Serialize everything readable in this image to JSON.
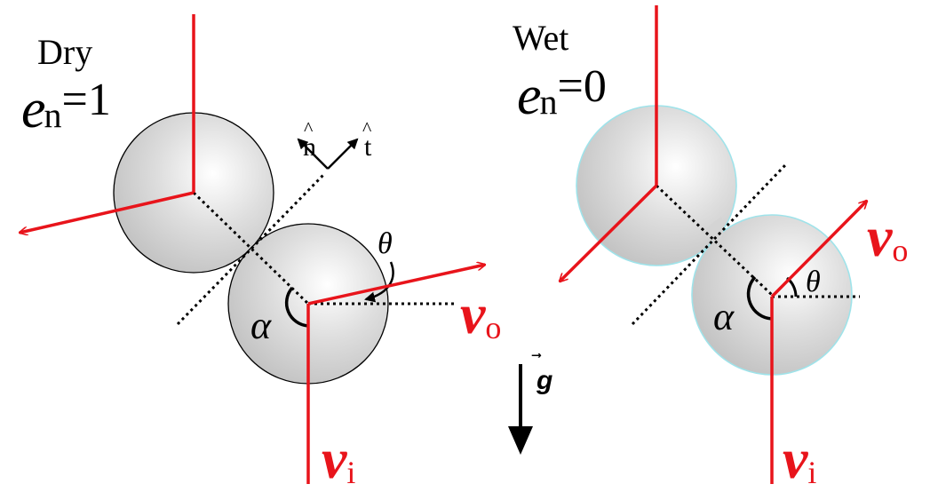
{
  "colors": {
    "accent_red": "#e8141b",
    "outline": "#000000",
    "sphere_light": "#ffffff",
    "sphere_mid": "#d6d6d6",
    "sphere_dark": "#b4b4b4",
    "wet_edge": "#9fe3ea",
    "background": "#ffffff"
  },
  "dry_panel": {
    "title": "Dry",
    "coef_symbol": "e",
    "coef_subscript": "n",
    "coef_equals": "=",
    "coef_value": "1",
    "normal_label": "n",
    "normal_hat": "^",
    "tangent_label": "t",
    "tangent_hat": "^",
    "theta_label": "θ",
    "alpha_label": "α",
    "vo_symbol": "v",
    "vo_subscript": "o",
    "vi_symbol": "v",
    "vi_subscript": "i"
  },
  "wet_panel": {
    "title": "Wet",
    "coef_symbol": "e",
    "coef_subscript": "n",
    "coef_equals": "=",
    "coef_value": "0",
    "theta_label": "θ",
    "alpha_label": "α",
    "vo_symbol": "v",
    "vo_subscript": "o",
    "vi_symbol": "v",
    "vi_subscript": "i"
  },
  "gravity": {
    "arrow_symbol": "⃗",
    "symbol": "g"
  },
  "icons": {
    "gravity": "down-arrow-icon",
    "normal": "normal-vector-icon",
    "tangent": "tangent-vector-icon"
  }
}
